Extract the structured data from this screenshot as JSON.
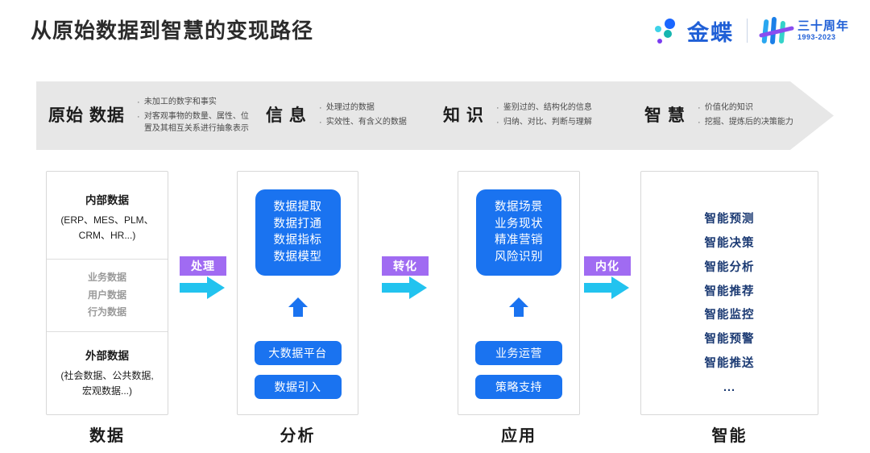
{
  "header": {
    "title": "从原始数据到智慧的变现路径",
    "brand": {
      "name": "金蝶",
      "anniversary_cn": "三十周年",
      "anniversary_years": "1993-2023"
    }
  },
  "band": {
    "stages": [
      {
        "name": "原始\n数据",
        "bullets": [
          "未加工的数字和事实",
          "对客观事物的数量、属性、位\n置及其相互关系进行抽象表示"
        ]
      },
      {
        "name": "信\n息",
        "bullets": [
          "处理过的数据",
          "实效性、有含义的数据"
        ]
      },
      {
        "name": "知\n识",
        "bullets": [
          "鉴别过的、结构化的信息",
          "归纳、对比、判断与理解"
        ]
      },
      {
        "name": "智\n慧",
        "bullets": [
          "价值化的知识",
          "挖掘、提炼后的决策能力"
        ]
      }
    ],
    "bullet_marker": "·"
  },
  "columns": [
    {
      "footer_label": "数据",
      "internal_title": "内部数据",
      "internal_sub": "(ERP、MES、PLM、\nCRM、HR...)",
      "middle_items": [
        "业务数据",
        "用户数据",
        "行为数据"
      ],
      "external_title": "外部数据",
      "external_sub": "(社会数据、公共数据,\n宏观数据...)"
    },
    {
      "footer_label": "分析",
      "card": "数据提取\n数据打通\n数据指标\n数据模型",
      "pills": [
        "大数据平台",
        "数据引入"
      ]
    },
    {
      "footer_label": "应用",
      "card": "数据场景\n业务现状\n精准营销\n风险识别",
      "pills": [
        "业务运营",
        "策略支持"
      ]
    },
    {
      "footer_label": "智能",
      "items": [
        "智能预测",
        "智能决策",
        "智能分析",
        "智能推荐",
        "智能监控",
        "智能预警",
        "智能推送"
      ],
      "ellipsis": "..."
    }
  ],
  "connectors": [
    {
      "label": "处理"
    },
    {
      "label": "转化"
    },
    {
      "label": "内化"
    }
  ],
  "colors": {
    "band_bg": "#e7e7e7",
    "card_blue": "#1a73f0",
    "badge_purple": "#a06bf2",
    "arrow_cyan": "#22c3ef",
    "navy_text": "#1b3a73",
    "brand_blue": "#1f5fd6",
    "muted_gray": "#9a9a9a"
  }
}
